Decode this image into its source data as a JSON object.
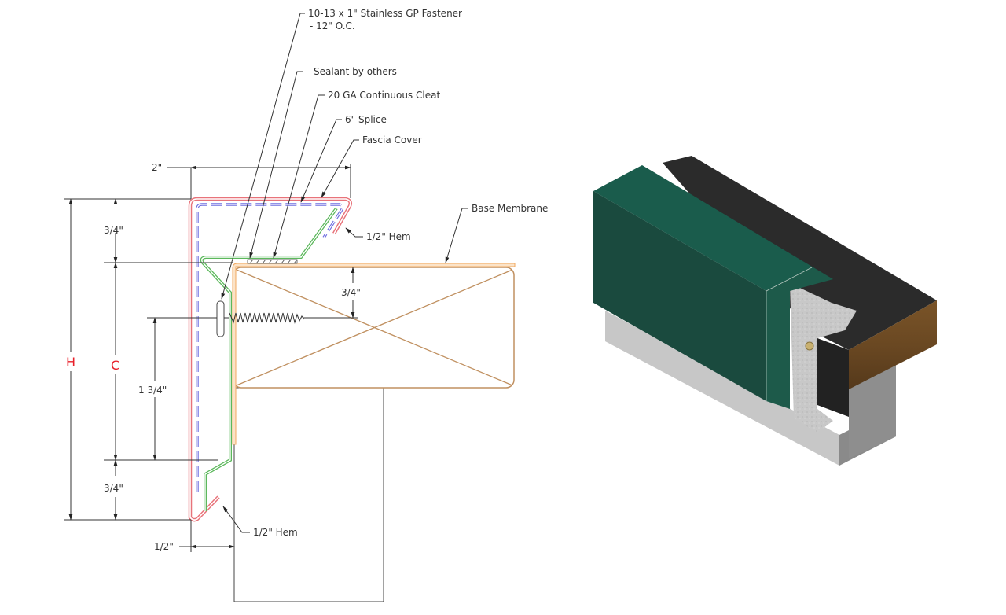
{
  "callouts": {
    "fastener_line1": "10-13 x 1\" Stainless GP Fastener",
    "fastener_line2": "- 12\" O.C.",
    "sealant": "Sealant by others",
    "cleat": "20 GA Continuous Cleat",
    "splice": "6\" Splice",
    "fascia_cover": "Fascia Cover",
    "base_membrane": "Base Membrane",
    "hem_top": "1/2\" Hem",
    "hem_bottom": "1/2\" Hem"
  },
  "dimensions": {
    "top_width": "2\"",
    "top_offset": "3/4\"",
    "bottom_offset": "3/4\"",
    "fastener_height": "1 3/4\"",
    "fastener_from_top": "3/4\"",
    "bottom_gap": "1/2\""
  },
  "variables": {
    "overall_height": "H",
    "clear_height": "C"
  },
  "colors": {
    "fascia_cover": "#e8737a",
    "splice": "#6f6fe0",
    "cleat": "#5cb85c",
    "membrane": "#f0a860",
    "wood": "#c09060",
    "render_green": "#1a5244",
    "render_dark": "#2b2b2b",
    "render_wood": "#6b4a25",
    "render_concrete": "#c4c4c4"
  }
}
